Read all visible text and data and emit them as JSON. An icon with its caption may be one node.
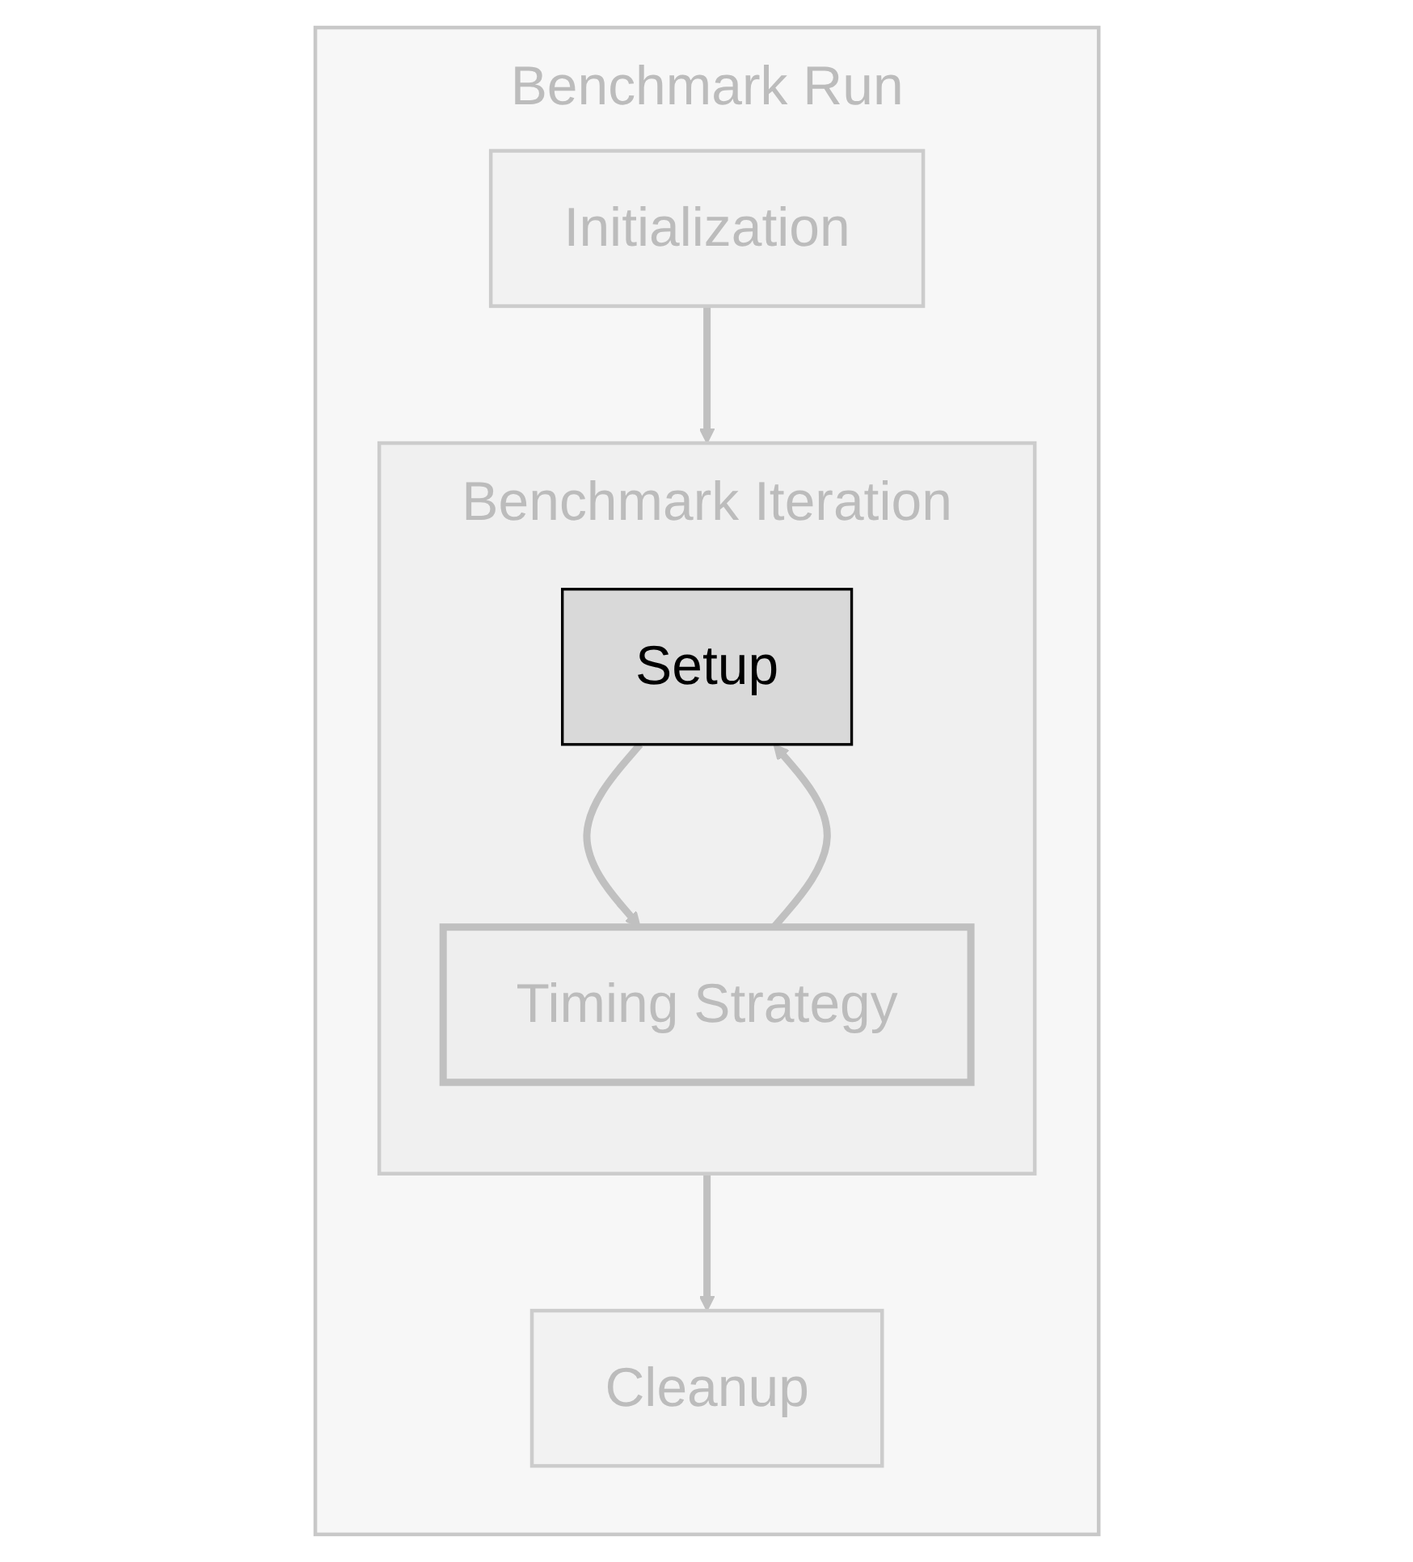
{
  "diagram": {
    "nodes": [
      {
        "text": [
          "Benchmark Run"
        ]
      },
      {
        "text": [
          "Initialization"
        ],
        "in": 0
      },
      {
        "text": [
          "Benchmark Iteration"
        ],
        "in": 0
      },
      {
        "text": [
          "Setup"
        ],
        "in": 2
      },
      {
        "text": [
          "Timing Strategy"
        ],
        "in": 2
      },
      {
        "text": [
          "Cleanup"
        ],
        "in": 0
      }
    ],
    "edges": [
      {
        "from": 1,
        "to": 2,
        "arrow": "to"
      },
      {
        "from": 3,
        "to": 4,
        "arrow": "to"
      },
      {
        "from": 4,
        "to": 3,
        "arrow": "to"
      },
      {
        "from": 2,
        "to": 5,
        "arrow": "to"
      }
    ]
  }
}
